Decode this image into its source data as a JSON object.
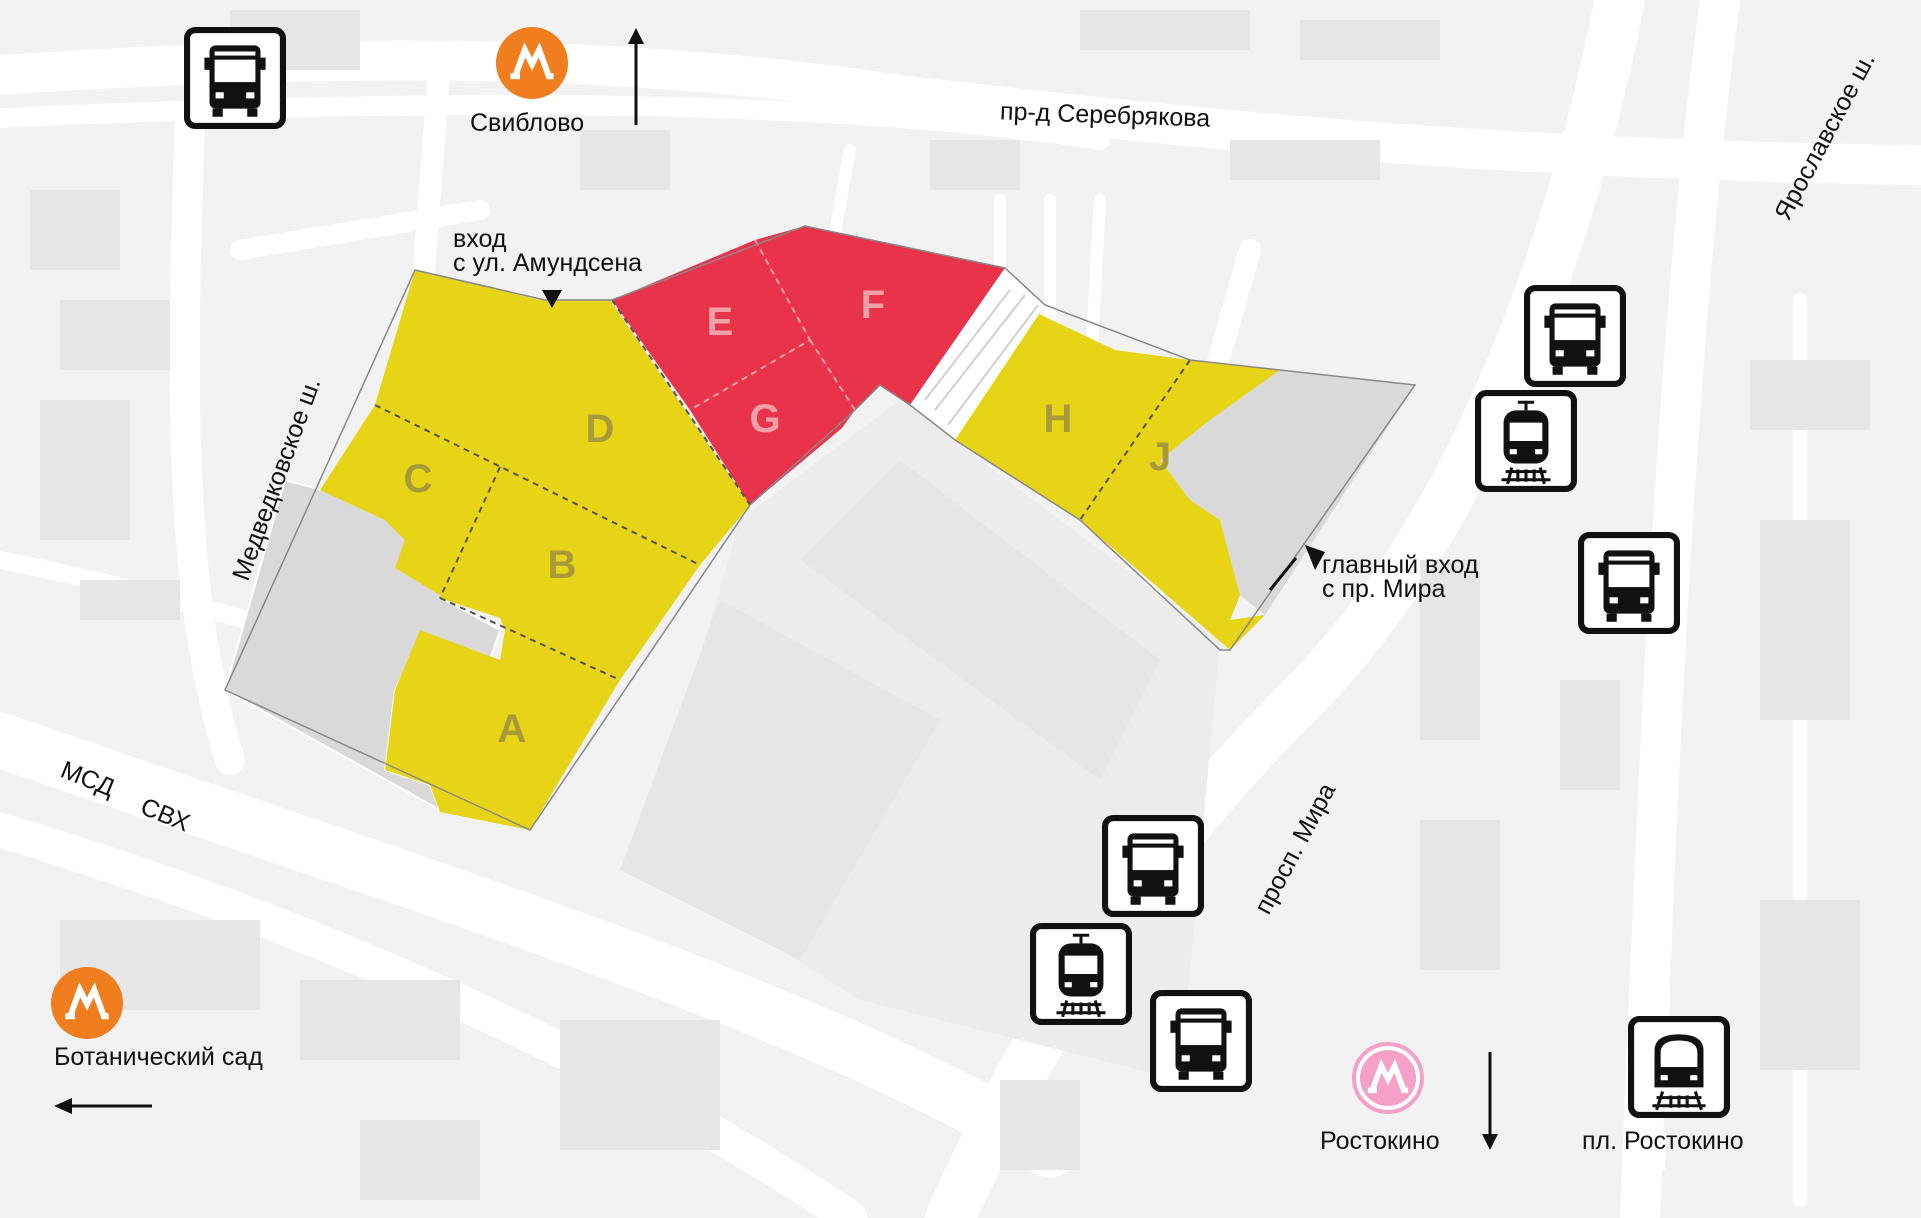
{
  "colors": {
    "background": "#f2f2f2",
    "road": "#ffffff",
    "building": "#e6e6e6",
    "grey_area": "#d9d9d9",
    "yellow_zone": "#e8d416",
    "red_zone": "#e8334b",
    "zone_label_on_yellow": "#a89a3a",
    "zone_label_on_red": "#f2a0a8",
    "metro_orange": "#f07d1e",
    "metro_pink": "#f5a0c8",
    "icon_dark": "#111111"
  },
  "zones": [
    {
      "id": "A",
      "color": "yellow"
    },
    {
      "id": "B",
      "color": "yellow"
    },
    {
      "id": "C",
      "color": "yellow"
    },
    {
      "id": "D",
      "color": "yellow"
    },
    {
      "id": "E",
      "color": "red"
    },
    {
      "id": "F",
      "color": "red"
    },
    {
      "id": "G",
      "color": "red"
    },
    {
      "id": "H",
      "color": "yellow"
    },
    {
      "id": "J",
      "color": "yellow"
    }
  ],
  "streets": {
    "serebryakova": "пр-д Серебрякова",
    "yaroslavskoe": "Ярославское ш.",
    "medvedkovskoe": "Медведковское ш.",
    "msd": "МСД",
    "svh": "СВХ",
    "mira": "просп. Мира"
  },
  "entrances": {
    "amundsena_line1": "вход",
    "amundsena_line2": "с ул. Амундсена",
    "main_line1": "главный вход",
    "main_line2": "с пр. Мира"
  },
  "stations": {
    "sviblovo": "Свиблово",
    "botanichesky": "Ботанический сад",
    "rostokino": "Ростокино",
    "pl_rostokino": "пл. Ростокино"
  },
  "icons": {
    "bus": "bus-icon",
    "tram": "tram-icon",
    "train": "train-icon",
    "metro": "metro-icon",
    "arrow": "arrow-icon"
  }
}
